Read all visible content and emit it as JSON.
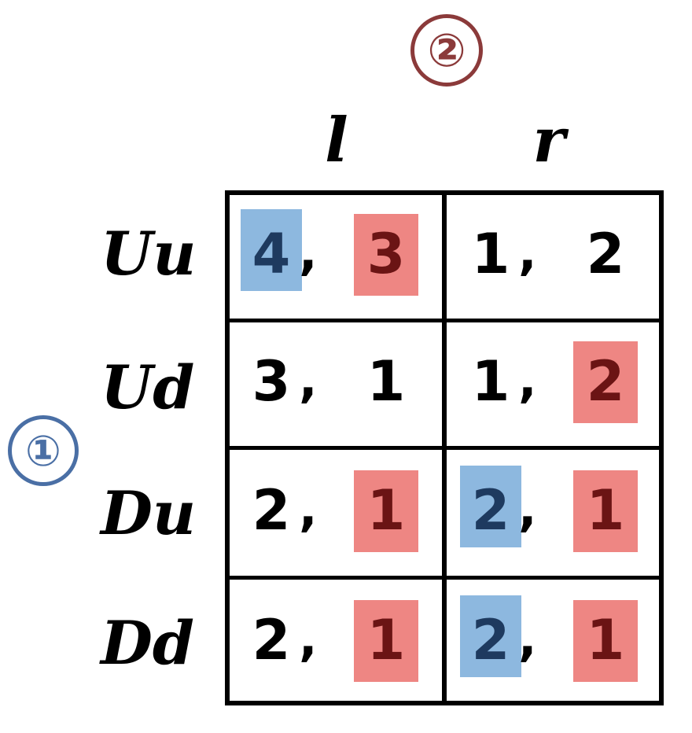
{
  "players": {
    "p1": {
      "label": "①",
      "color": "#4a6fa5"
    },
    "p2": {
      "label": "②",
      "color": "#8b3a3a"
    }
  },
  "columns": [
    "l",
    "r"
  ],
  "rows": [
    "Uu",
    "Ud",
    "Du",
    "Dd"
  ],
  "payoffs": [
    [
      {
        "a": "4",
        "b": "3",
        "a_hl": true,
        "b_hl": true
      },
      {
        "a": "1",
        "b": "2",
        "a_hl": false,
        "b_hl": false
      }
    ],
    [
      {
        "a": "3",
        "b": "1",
        "a_hl": false,
        "b_hl": false
      },
      {
        "a": "1",
        "b": "2",
        "a_hl": false,
        "b_hl": true
      }
    ],
    [
      {
        "a": "2",
        "b": "1",
        "a_hl": false,
        "b_hl": true
      },
      {
        "a": "2",
        "b": "1",
        "a_hl": true,
        "b_hl": true
      }
    ],
    [
      {
        "a": "2",
        "b": "1",
        "a_hl": false,
        "b_hl": true
      },
      {
        "a": "2",
        "b": "1",
        "a_hl": true,
        "b_hl": true
      }
    ]
  ],
  "separator": ",",
  "colors": {
    "p1_highlight": "#8db8df",
    "p2_highlight": "#ee8683",
    "p1_text_on_highlight": "#1e3a5f",
    "p2_text_on_highlight": "#6b1414"
  }
}
